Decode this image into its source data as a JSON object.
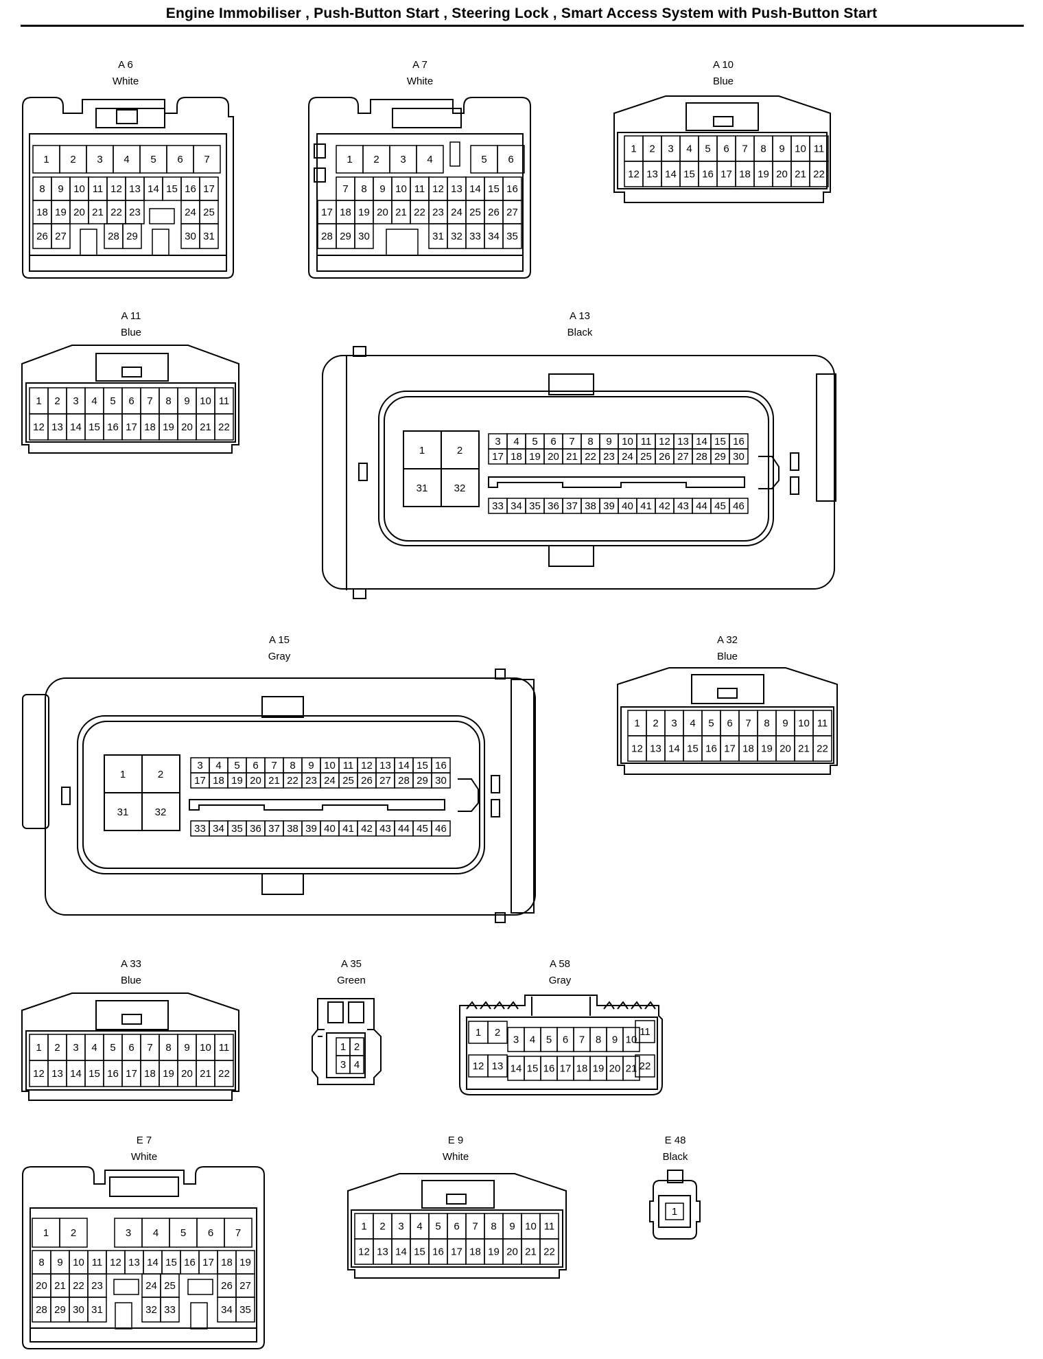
{
  "title": "Engine Immobiliser , Push-Button Start , Steering Lock , Smart Access System with Push-Button Start",
  "connectors": [
    {
      "id": "A 6",
      "color": "White"
    },
    {
      "id": "A 7",
      "color": "White"
    },
    {
      "id": "A 10",
      "color": "Blue"
    },
    {
      "id": "A 11",
      "color": "Blue"
    },
    {
      "id": "A 13",
      "color": "Black"
    },
    {
      "id": "A 15",
      "color": "Gray"
    },
    {
      "id": "A 32",
      "color": "Blue"
    },
    {
      "id": "A 33",
      "color": "Blue"
    },
    {
      "id": "A 35",
      "color": "Green"
    },
    {
      "id": "A 58",
      "color": "Gray"
    },
    {
      "id": "E 7",
      "color": "White"
    },
    {
      "id": "E 9",
      "color": "White"
    },
    {
      "id": "E 48",
      "color": "Black"
    }
  ],
  "pins": {
    "a6": [
      [
        "1",
        "2",
        "3",
        "4",
        "5",
        "6",
        "7"
      ],
      [
        "8",
        "9",
        "10",
        "11",
        "12",
        "13",
        "14",
        "15",
        "16",
        "17"
      ],
      [
        "18",
        "19",
        "20",
        "21",
        "22",
        "23",
        "24",
        "25"
      ],
      [
        "26",
        "27",
        "28",
        "29",
        "30",
        "31"
      ]
    ],
    "a7": [
      [
        "1",
        "2",
        "3",
        "4",
        "5",
        "6"
      ],
      [
        "7",
        "8",
        "9",
        "10",
        "11",
        "12",
        "13",
        "14",
        "15",
        "16"
      ],
      [
        "17",
        "18",
        "19",
        "20",
        "21",
        "22",
        "23",
        "24",
        "25",
        "26",
        "27"
      ],
      [
        "28",
        "29",
        "30",
        "31",
        "32",
        "33",
        "34",
        "35"
      ]
    ],
    "a35": [
      [
        "1",
        "2"
      ],
      [
        "3",
        "4"
      ]
    ],
    "e7": [
      [
        "1",
        "2",
        "3",
        "4",
        "5",
        "6",
        "7"
      ],
      [
        "8",
        "9",
        "10",
        "11",
        "12",
        "13",
        "14",
        "15",
        "16",
        "17",
        "18",
        "19"
      ],
      [
        "20",
        "21",
        "22",
        "23",
        "24",
        "25",
        "26",
        "27"
      ],
      [
        "28",
        "29",
        "30",
        "31",
        "32",
        "33",
        "34",
        "35"
      ]
    ],
    "e48": [
      "1"
    ]
  }
}
